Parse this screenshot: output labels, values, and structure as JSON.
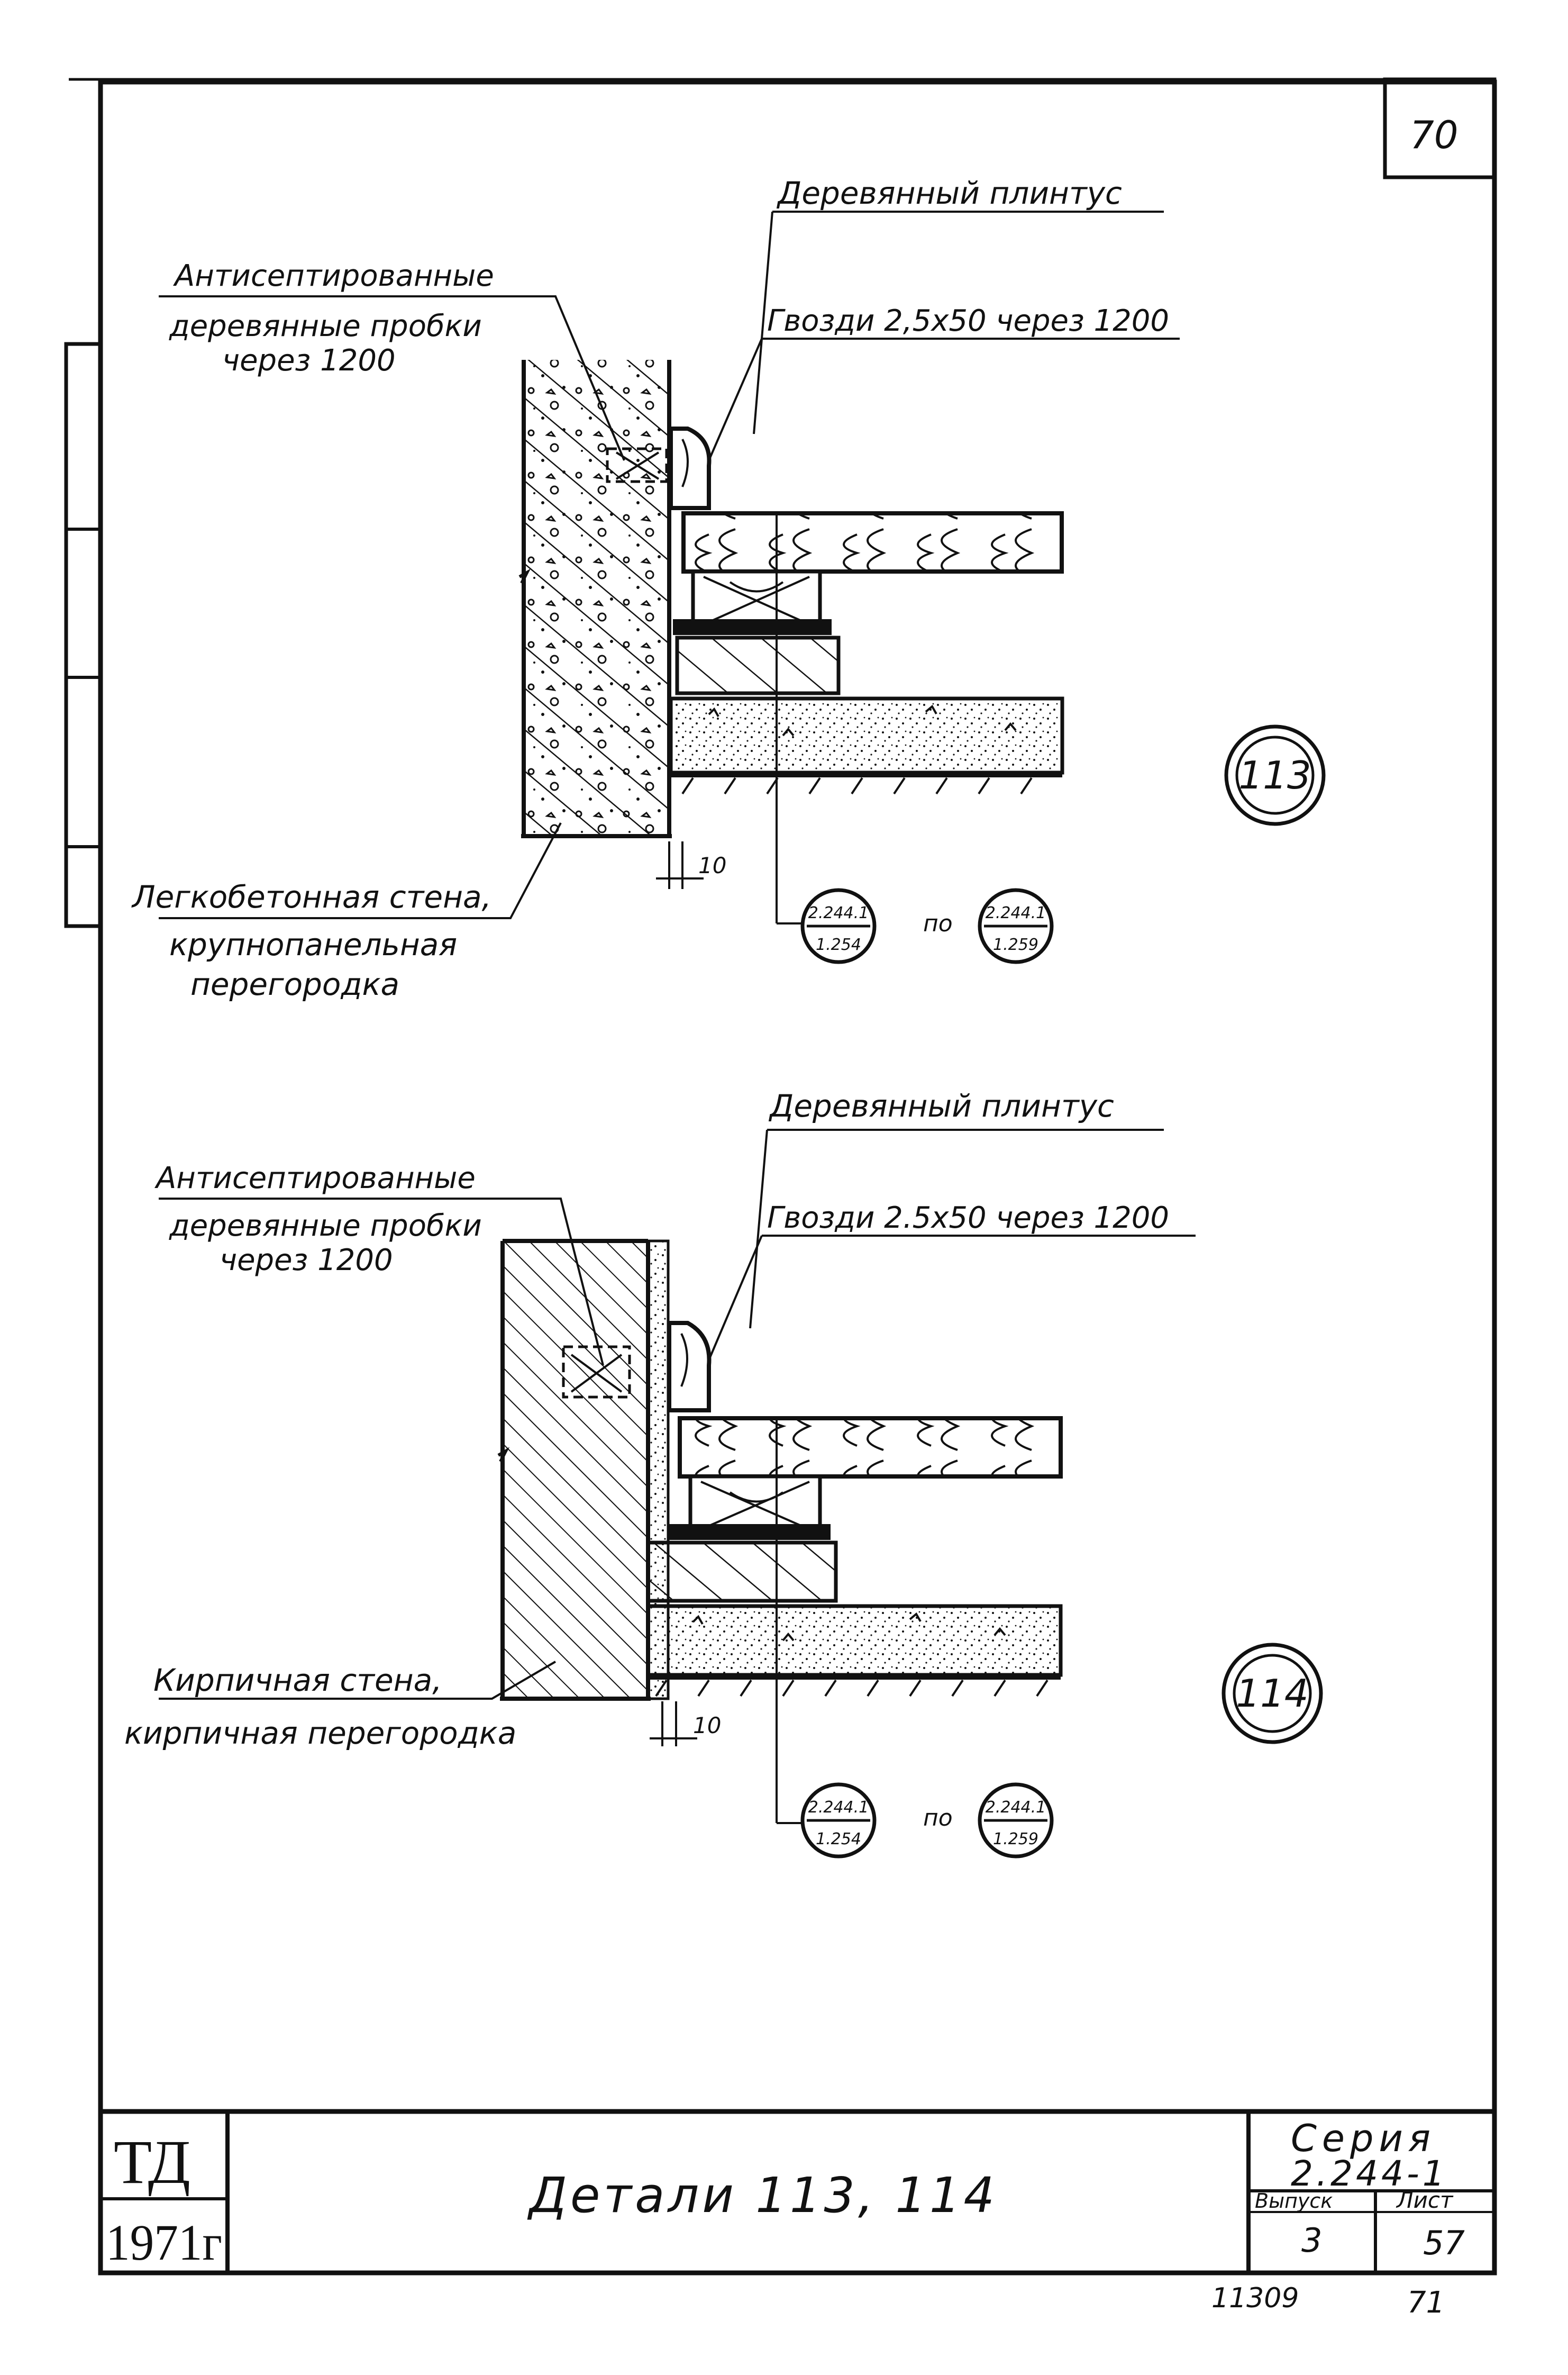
{
  "sheet_number": "70",
  "detail_113": {
    "plinth": "Деревянный плинтус",
    "nails": "Гвозди 2,5x50 через 1200",
    "plugs_l1": "Антисептированные",
    "plugs_l2": "деревянные пробки",
    "plugs_l3": "через 1200",
    "wall_l1": "Легкобетонная стена,",
    "wall_l2": "крупнопанельная",
    "wall_l3": "перегородка",
    "dim": "10",
    "ref_a_top": "2.244.1",
    "ref_a_bottom": "1.254",
    "ref_between": "по",
    "ref_b_top": "2.244.1",
    "ref_b_bottom": "1.259",
    "marker": "113"
  },
  "detail_114": {
    "plinth": "Деревянный плинтус",
    "nails": "Гвозди 2.5x50 через 1200",
    "plugs_l1": "Антисептированные",
    "plugs_l2": "деревянные пробки",
    "plugs_l3": "через 1200",
    "wall_l1": "Кирпичная стена,",
    "wall_l2": "кирпичная перегородка",
    "dim": "10",
    "ref_a_top": "2.244.1",
    "ref_a_bottom": "1.254",
    "ref_between": "по",
    "ref_b_top": "2.244.1",
    "ref_b_bottom": "1.259",
    "marker": "114"
  },
  "title_block": {
    "org": "ТД",
    "year": "1971г",
    "title": "Детали 113, 114",
    "series_label": "Серия",
    "series_value": "2.244-1",
    "issue_label": "Выпуск",
    "issue_value": "3",
    "sheet_label": "Лист",
    "sheet_value": "57"
  },
  "footer": {
    "code": "11309",
    "page": "71"
  }
}
